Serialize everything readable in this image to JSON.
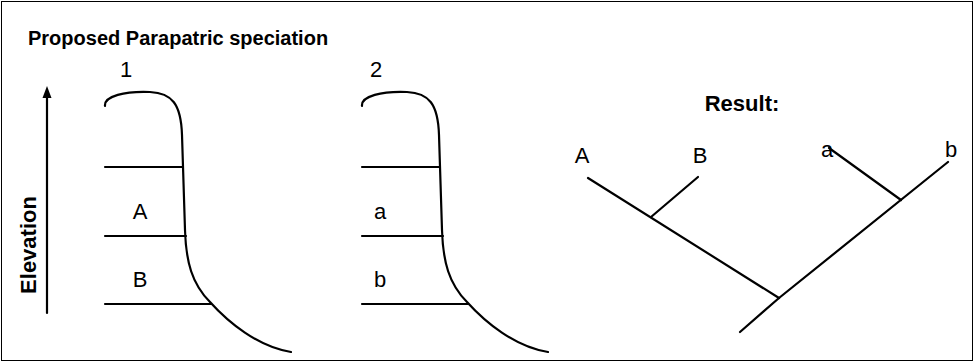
{
  "diagram": {
    "title": "Proposed Parapatric speciation",
    "labels": [
      "1",
      "2",
      "Elevation",
      "A",
      "B",
      "a",
      "b",
      "Result:",
      "A",
      "B",
      "a",
      "b"
    ]
  }
}
